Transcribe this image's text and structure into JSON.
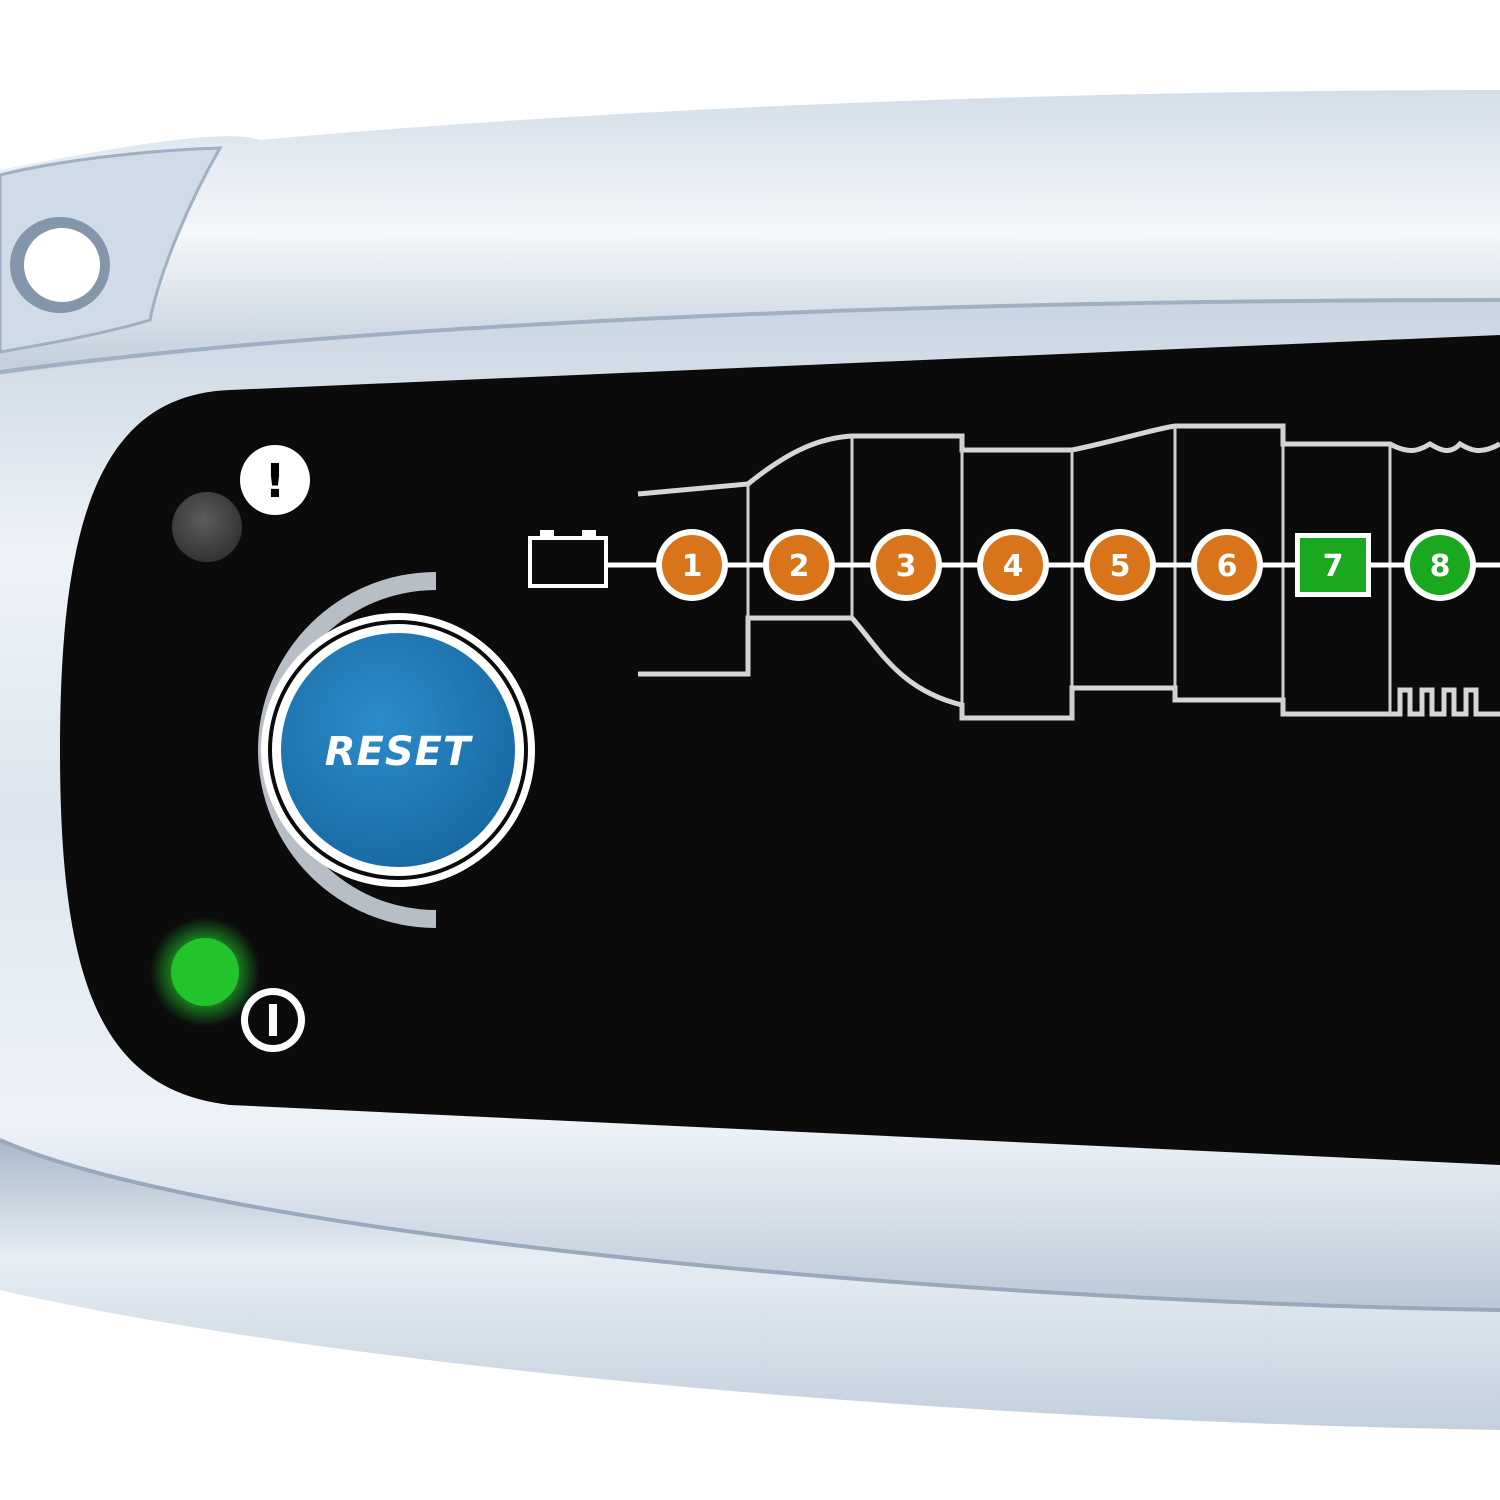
{
  "device": {
    "reset_button": {
      "label": "RESET"
    },
    "error_indicator": {
      "symbol": "!",
      "state": "off",
      "color": "#4a4a4a"
    },
    "power_indicator": {
      "state": "on",
      "color": "#21c42b"
    },
    "charge_steps": [
      {
        "label": "1",
        "shape": "circle",
        "color": "#d9741a"
      },
      {
        "label": "2",
        "shape": "circle",
        "color": "#d9741a"
      },
      {
        "label": "3",
        "shape": "circle",
        "color": "#d9741a"
      },
      {
        "label": "4",
        "shape": "circle",
        "color": "#d9741a"
      },
      {
        "label": "5",
        "shape": "circle",
        "color": "#d9741a"
      },
      {
        "label": "6",
        "shape": "circle",
        "color": "#d9741a"
      },
      {
        "label": "7",
        "shape": "square",
        "color": "#19a81e"
      },
      {
        "label": "8",
        "shape": "circle",
        "color": "#19a81e"
      }
    ],
    "colors": {
      "body_light": "#e4ecf4",
      "body_mid": "#b9c8d7",
      "panel": "#0b0b0b",
      "reset_blue": "#1f7bb8"
    }
  }
}
